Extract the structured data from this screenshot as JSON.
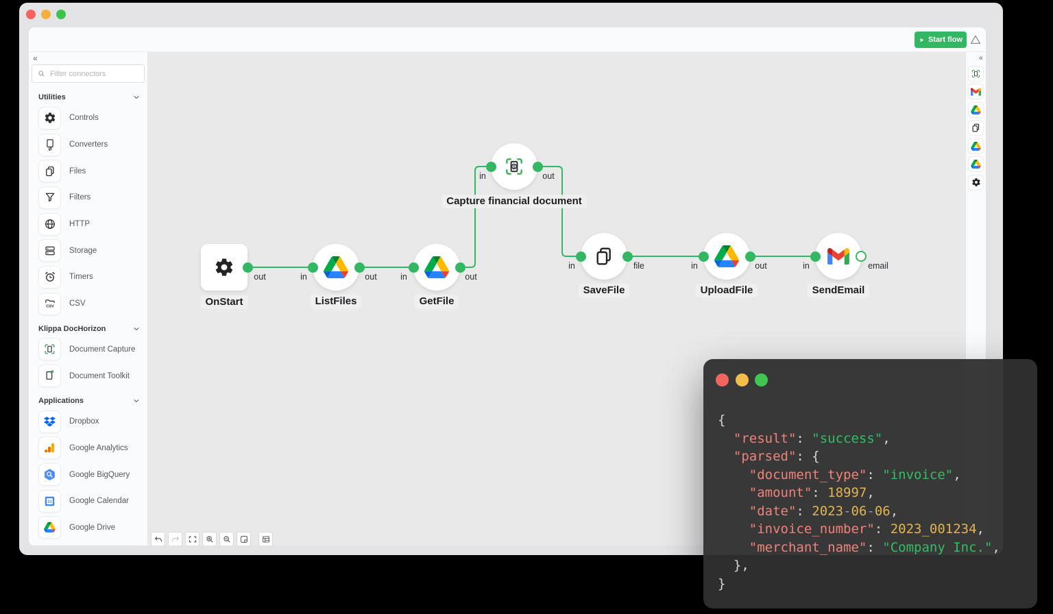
{
  "window": {
    "traffic_colors": [
      "#f4635d",
      "#f2b13c",
      "#3dc54b"
    ]
  },
  "toolbar": {
    "start_flow_label": "Start flow"
  },
  "sidebar": {
    "collapse_icon": "«",
    "filter_placeholder": "Filter connectors",
    "sections": [
      {
        "title": "Utilities",
        "items": [
          {
            "label": "Controls",
            "icon": "gear"
          },
          {
            "label": "Converters",
            "icon": "doc-arrows"
          },
          {
            "label": "Files",
            "icon": "files"
          },
          {
            "label": "Filters",
            "icon": "funnel"
          },
          {
            "label": "HTTP",
            "icon": "globe"
          },
          {
            "label": "Storage",
            "icon": "server"
          },
          {
            "label": "Timers",
            "icon": "alarm-clock"
          },
          {
            "label": "CSV",
            "icon": "csv-folder"
          }
        ]
      },
      {
        "title": "Klippa DocHorizon",
        "items": [
          {
            "label": "Document Capture",
            "icon": "scan-doc"
          },
          {
            "label": "Document Toolkit",
            "icon": "doc-pen"
          }
        ]
      },
      {
        "title": "Applications",
        "items": [
          {
            "label": "Dropbox",
            "icon": "dropbox"
          },
          {
            "label": "Google Analytics",
            "icon": "google-analytics"
          },
          {
            "label": "Google BigQuery",
            "icon": "google-bigquery"
          },
          {
            "label": "Google Calendar",
            "icon": "google-calendar"
          },
          {
            "label": "Google Drive",
            "icon": "google-drive"
          }
        ]
      }
    ]
  },
  "flow": {
    "edge_color": "#34b763",
    "nodes": [
      {
        "label": "OnStart",
        "icon": "gear",
        "ports": {
          "out": "out"
        }
      },
      {
        "label": "ListFiles",
        "icon": "google-drive",
        "ports": {
          "in": "in",
          "out": "out"
        }
      },
      {
        "label": "GetFile",
        "icon": "google-drive",
        "ports": {
          "in": "in",
          "out": "out"
        }
      },
      {
        "label": "Capture financial document",
        "icon": "scan-dollar-doc",
        "ports": {
          "in": "in",
          "out": "out"
        }
      },
      {
        "label": "SaveFile",
        "icon": "files",
        "ports": {
          "in": "in",
          "out": "file"
        }
      },
      {
        "label": "UploadFile",
        "icon": "google-drive",
        "ports": {
          "in": "in",
          "out": "out"
        }
      },
      {
        "label": "SendEmail",
        "icon": "gmail",
        "ports": {
          "in": "in",
          "out": "email"
        }
      }
    ]
  },
  "right_rail": {
    "collapse_icon": "«",
    "icons": [
      "scan-doc",
      "gmail",
      "google-drive",
      "files",
      "google-drive",
      "google-drive",
      "gear"
    ]
  },
  "canvas_toolbar": {
    "buttons": [
      "undo",
      "redo",
      "fit-view",
      "zoom-in",
      "zoom-out",
      "fit-page",
      "minimap"
    ]
  },
  "terminal": {
    "traffic_colors": [
      "#f5655f",
      "#f2bd49",
      "#41c750"
    ],
    "colors": {
      "k": "#ef837b",
      "s": "#34bd62",
      "n": "#e3b54f",
      "d": "#9b86e8",
      "p": "#d6d6d6"
    },
    "lines": [
      [
        {
          "t": "{",
          "c": "p"
        }
      ],
      [
        {
          "t": "  ",
          "c": "p"
        },
        {
          "t": "\"result\"",
          "c": "k"
        },
        {
          "t": ": ",
          "c": "p"
        },
        {
          "t": "\"success\"",
          "c": "s"
        },
        {
          "t": ",",
          "c": "p"
        }
      ],
      [
        {
          "t": "  ",
          "c": "p"
        },
        {
          "t": "\"parsed\"",
          "c": "k"
        },
        {
          "t": ": {",
          "c": "p"
        }
      ],
      [
        {
          "t": "    ",
          "c": "p"
        },
        {
          "t": "\"document_type\"",
          "c": "k"
        },
        {
          "t": ": ",
          "c": "p"
        },
        {
          "t": "\"invoice\"",
          "c": "s"
        },
        {
          "t": ",",
          "c": "p"
        }
      ],
      [
        {
          "t": "    ",
          "c": "p"
        },
        {
          "t": "\"amount\"",
          "c": "k"
        },
        {
          "t": ": ",
          "c": "p"
        },
        {
          "t": "18997",
          "c": "n"
        },
        {
          "t": ",",
          "c": "p"
        }
      ],
      [
        {
          "t": "    ",
          "c": "p"
        },
        {
          "t": "\"date\"",
          "c": "k"
        },
        {
          "t": ": ",
          "c": "p"
        },
        {
          "t": "2023",
          "c": "n"
        },
        {
          "t": "-",
          "c": "d"
        },
        {
          "t": "06",
          "c": "n"
        },
        {
          "t": "-",
          "c": "d"
        },
        {
          "t": "06",
          "c": "n"
        },
        {
          "t": ",",
          "c": "p"
        }
      ],
      [
        {
          "t": "    ",
          "c": "p"
        },
        {
          "t": "\"invoice_number\"",
          "c": "k"
        },
        {
          "t": ": ",
          "c": "p"
        },
        {
          "t": "2023_001234",
          "c": "n"
        },
        {
          "t": ",",
          "c": "p"
        }
      ],
      [
        {
          "t": "    ",
          "c": "p"
        },
        {
          "t": "\"merchant_name\"",
          "c": "k"
        },
        {
          "t": ": ",
          "c": "p"
        },
        {
          "t": "\"Company Inc.\"",
          "c": "s"
        },
        {
          "t": ",",
          "c": "p"
        }
      ],
      [
        {
          "t": "  },",
          "c": "p"
        }
      ],
      [
        {
          "t": "}",
          "c": "p"
        }
      ]
    ]
  }
}
